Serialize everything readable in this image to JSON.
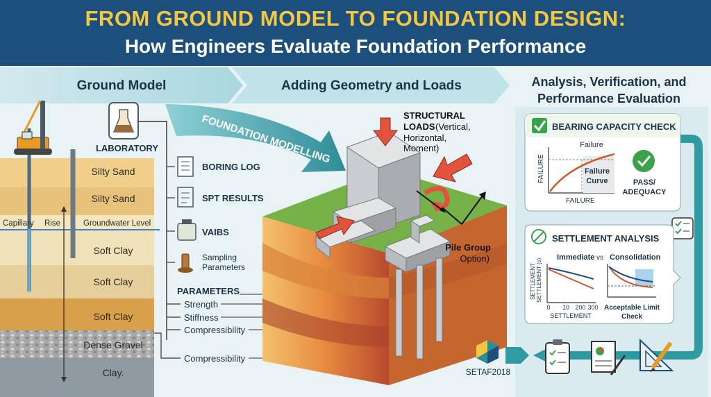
{
  "header": {
    "title": "FROM GROUND MODEL TO FOUNDATION DESIGN:",
    "subtitle": "How Engineers Evaluate Foundation Performance"
  },
  "steps": {
    "ground_model": "Ground Model",
    "geometry": "Adding Geometry and Loads",
    "analysis_line1": "Analysis, Verification, and",
    "analysis_line2": "Performance Evaluation"
  },
  "ground": {
    "layers": [
      "Silty Sand",
      "Silty Sand",
      "Soft Clay",
      "Soft Clay",
      "Soft Clay",
      "Dense Gravel",
      "Clay."
    ],
    "capillary": "Capillary",
    "rise": "Rise",
    "groundwater": "Groundwater Level"
  },
  "lab": {
    "laboratory": "LABORATORY",
    "items": [
      "BORING LOG",
      "SPT RESULTS",
      "VAIBS"
    ],
    "sampling_line1": "Sampling",
    "sampling_line2": "Parameters",
    "parameters_title": "PARAMETERS",
    "parameters": [
      "Strength",
      "Stiffness",
      "Compressibility"
    ],
    "extra": "Compressibility"
  },
  "modelling": {
    "arrow_label": "FOUNDATION MODELLING",
    "loads_title_line1": "STRUCTURAL",
    "loads_title_line2": "LOADS",
    "loads_detail_line1": "(Vertical,",
    "loads_detail_line2": "Horizontal,",
    "loads_detail_line3": "Moment)",
    "pile_line1": "Pile Group",
    "pile_line2": "Option)"
  },
  "bearing": {
    "title": "BEARING CAPACITY CHECK",
    "y_axis": "FAILURE",
    "x_axis": "FAILURE",
    "failure_label": "Failure",
    "curve_line1": "Failure",
    "curve_line2": "Curve",
    "pass_line1": "PASS/",
    "pass_line2": "ADEQUACY"
  },
  "settlement": {
    "title": "SETTLEMENT ANALYSIS",
    "immediate": "Immediate",
    "vs": "vs",
    "consolidation": "Consolidation",
    "y_axis_line1": "SETTLEMENT",
    "y_axis_line2": "SETTLEMENT (s)",
    "ticks": [
      "0",
      "10",
      "200",
      "300"
    ],
    "x_axis": "SETTLEMENT",
    "limit_line1": "Acceptable Limit",
    "limit_line2": "Check"
  },
  "footer": {
    "logo_text": "SETAF2018"
  },
  "colors": {
    "header_bg": "#1d4f7c",
    "title": "#f4c742",
    "accent_teal": "#3a9fa6",
    "check_green": "#3aa34a",
    "load_arrow": "#e2533d"
  },
  "icons": [
    "flask-icon",
    "document-icon",
    "spt-sheet-icon",
    "sample-jar-icon",
    "sampler-icon",
    "checkmark-icon",
    "no-settlement-icon",
    "checklist-icon",
    "clipboard-icon",
    "report-icon",
    "pencil-ruler-icon"
  ]
}
